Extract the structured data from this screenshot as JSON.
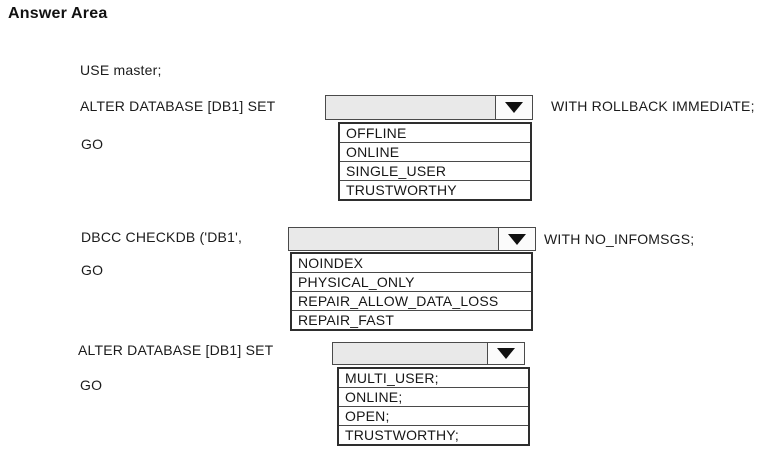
{
  "colors": {
    "background": "#ffffff",
    "text": "#1b1b1b",
    "combo_fill": "#e9e9e9",
    "combo_button_fill": "#fbfbfb",
    "combo_border": "#4a4a4a",
    "list_border": "#2e2e2e",
    "list_background": "#ffffff"
  },
  "answer_area": {
    "heading": "Answer Area",
    "use_line": "USE master;",
    "blocks": [
      {
        "label": "ALTER DATABASE [DB1] SET",
        "go_label": "GO",
        "suffix": "WITH ROLLBACK IMMEDIATE;",
        "dropdown": {
          "selected": "",
          "options": [
            "OFFLINE",
            "ONLINE",
            "SINGLE_USER",
            "TRUSTWORTHY"
          ]
        }
      },
      {
        "label": "DBCC CHECKDB ('DB1',",
        "go_label": "GO",
        "suffix": "WITH NO_INFOMSGS;",
        "dropdown": {
          "selected": "",
          "options": [
            "NOINDEX",
            "PHYSICAL_ONLY",
            "REPAIR_ALLOW_DATA_LOSS",
            "REPAIR_FAST"
          ]
        }
      },
      {
        "label": "ALTER DATABASE [DB1] SET",
        "go_label": "GO",
        "dropdown": {
          "selected": "",
          "options": [
            "MULTI_USER;",
            "ONLINE;",
            "OPEN;",
            "TRUSTWORTHY;"
          ]
        }
      }
    ]
  }
}
